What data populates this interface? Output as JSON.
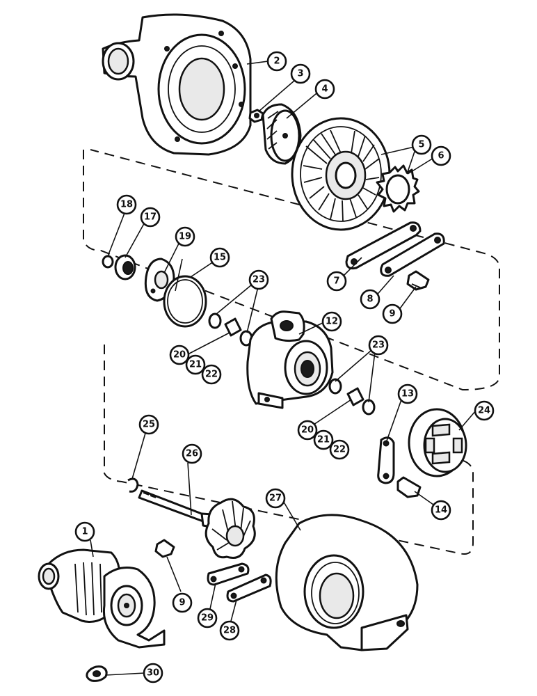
{
  "callouts": [
    {
      "id": "1",
      "label": "1"
    },
    {
      "id": "2",
      "label": "2"
    },
    {
      "id": "3",
      "label": "3"
    },
    {
      "id": "4",
      "label": "4"
    },
    {
      "id": "5",
      "label": "5"
    },
    {
      "id": "6",
      "label": "6"
    },
    {
      "id": "7",
      "label": "7"
    },
    {
      "id": "8",
      "label": "8"
    },
    {
      "id": "9a",
      "label": "9"
    },
    {
      "id": "9b",
      "label": "9"
    },
    {
      "id": "12",
      "label": "12"
    },
    {
      "id": "13",
      "label": "13"
    },
    {
      "id": "14",
      "label": "14"
    },
    {
      "id": "15",
      "label": "15"
    },
    {
      "id": "17",
      "label": "17"
    },
    {
      "id": "18",
      "label": "18"
    },
    {
      "id": "19",
      "label": "19"
    },
    {
      "id": "20a",
      "label": "20"
    },
    {
      "id": "21a",
      "label": "21"
    },
    {
      "id": "22a",
      "label": "22"
    },
    {
      "id": "23a",
      "label": "23"
    },
    {
      "id": "20b",
      "label": "20"
    },
    {
      "id": "21b",
      "label": "21"
    },
    {
      "id": "22b",
      "label": "22"
    },
    {
      "id": "23b",
      "label": "23"
    },
    {
      "id": "24",
      "label": "24"
    },
    {
      "id": "25",
      "label": "25"
    },
    {
      "id": "26",
      "label": "26"
    },
    {
      "id": "27",
      "label": "27"
    },
    {
      "id": "28",
      "label": "28"
    },
    {
      "id": "29",
      "label": "29"
    },
    {
      "id": "30",
      "label": "30"
    }
  ]
}
